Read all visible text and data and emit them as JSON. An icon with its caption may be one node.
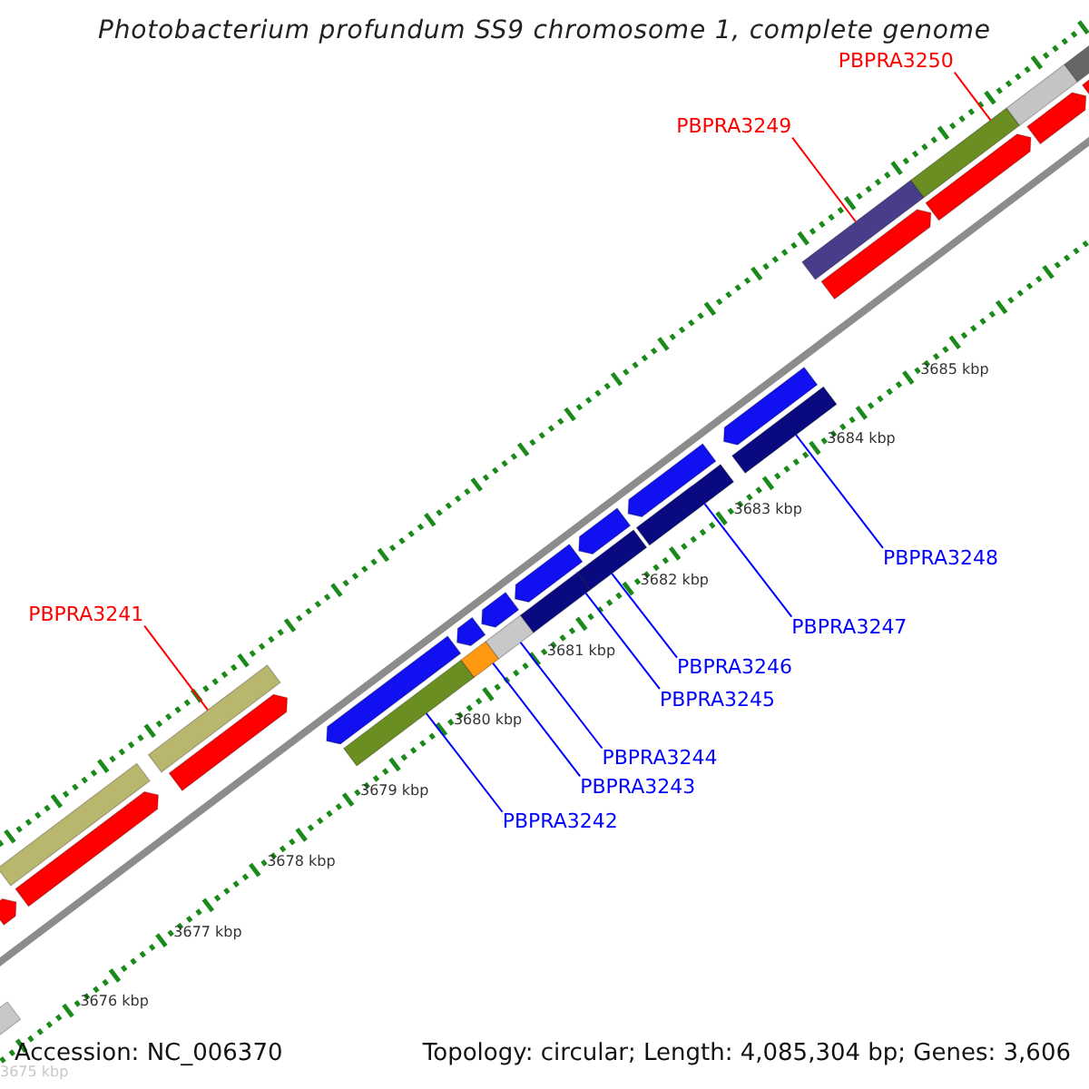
{
  "diagram": {
    "title": "Photobacterium profundum SS9 chromosome 1, complete genome",
    "nodes": [
      {
        "text": [
          "PBPRA3250"
        ]
      },
      {
        "text": [
          "PBPRA3249"
        ]
      },
      {
        "text": [
          "PBPRA3241"
        ]
      },
      {
        "text": [
          "PBPRA3248"
        ]
      },
      {
        "text": [
          "PBPRA3247"
        ]
      },
      {
        "text": [
          "PBPRA3246"
        ]
      },
      {
        "text": [
          "PBPRA3245"
        ]
      },
      {
        "text": [
          "PBPRA3244"
        ]
      },
      {
        "text": [
          "PBPRA3243"
        ]
      },
      {
        "text": [
          "PBPRA3242"
        ]
      },
      {
        "text": [],
        "shape": "bar"
      },
      {
        "text": [],
        "shape": "bar"
      },
      {
        "text": [],
        "shape": "bar"
      },
      {
        "text": [],
        "shape": "bar"
      },
      {
        "text": [],
        "shape": "bar"
      },
      {
        "text": [],
        "shape": "bar"
      },
      {
        "text": [],
        "shape": "bar"
      },
      {
        "text": [],
        "shape": "bar"
      },
      {
        "text": [],
        "shape": "bar"
      },
      {
        "text": [],
        "shape": "bar"
      },
      {
        "text": [],
        "shape": "bar"
      },
      {
        "text": [],
        "shape": "bar"
      },
      {
        "text": [],
        "shape": "bar"
      },
      {
        "text": [],
        "shape": "arrow"
      },
      {
        "text": [],
        "shape": "arrow"
      },
      {
        "text": [],
        "shape": "arrow"
      },
      {
        "text": [],
        "shape": "arrow"
      },
      {
        "text": [],
        "shape": "arrow"
      },
      {
        "text": [],
        "shape": "arrow"
      },
      {
        "text": [],
        "shape": "arrow"
      },
      {
        "text": [],
        "shape": "arrow"
      },
      {
        "text": [],
        "shape": "arrow"
      },
      {
        "text": [],
        "shape": "arrow"
      },
      {
        "text": [],
        "shape": "arrow"
      },
      {
        "text": [],
        "shape": "arrow"
      },
      {
        "text": [],
        "shape": "arrow"
      },
      {
        "text": [],
        "shape": "arrow"
      },
      {
        "text": [],
        "shape": "bar"
      }
    ],
    "edges": [
      {
        "from": 0,
        "to": 10,
        "arrow": "none",
        "color": "#ff0000"
      },
      {
        "from": 1,
        "to": 11,
        "arrow": "none",
        "color": "#ff0000"
      },
      {
        "from": 2,
        "to": 12,
        "arrow": "none",
        "color": "#ff0000"
      },
      {
        "from": 3,
        "to": 13,
        "arrow": "none"
      },
      {
        "from": 4,
        "to": 14,
        "arrow": "none"
      },
      {
        "from": 5,
        "to": 15,
        "arrow": "none"
      },
      {
        "from": 6,
        "to": 16,
        "arrow": "none"
      },
      {
        "from": 7,
        "to": 17,
        "arrow": "none"
      },
      {
        "from": 8,
        "to": 18,
        "arrow": "none"
      },
      {
        "from": 9,
        "to": 19,
        "arrow": "none"
      }
    ],
    "labels": [
      "3685 kbp",
      "3684 kbp",
      "3683 kbp",
      "3682 kbp",
      "3681 kbp",
      "3680 kbp",
      "3679 kbp",
      "3678 kbp",
      "3677 kbp",
      "3676 kbp",
      "Accession: NC_006370",
      "Topology: circular; Length: 4,085,304 bp; Genes: 3,606",
      "3675 kbp"
    ]
  }
}
